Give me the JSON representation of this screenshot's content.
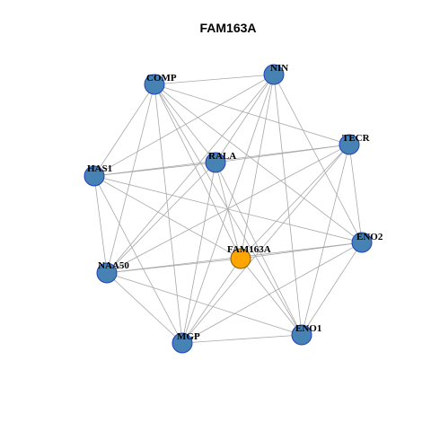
{
  "graph": {
    "title": "FAM163A",
    "colors": {
      "node_fill": "#4682b4",
      "node_stroke": "#1f3fbf",
      "hub_fill": "#ffa500",
      "hub_stroke": "#8b5a00",
      "edge": "#a8a8a8"
    },
    "nodes": [
      {
        "id": "NIN",
        "label": "NIN",
        "hub": false
      },
      {
        "id": "COMP",
        "label": "COMP",
        "hub": false
      },
      {
        "id": "TECR",
        "label": "TECR",
        "hub": false
      },
      {
        "id": "RALA",
        "label": "RALA",
        "hub": false
      },
      {
        "id": "HAS1",
        "label": "HAS1",
        "hub": false
      },
      {
        "id": "ENO2",
        "label": "ENO2",
        "hub": false
      },
      {
        "id": "FAM163A",
        "label": "FAM163A",
        "hub": true
      },
      {
        "id": "NAA50",
        "label": "NAA50",
        "hub": false
      },
      {
        "id": "MGP",
        "label": "MGP",
        "hub": false
      },
      {
        "id": "ENO1",
        "label": "ENO1",
        "hub": false
      }
    ],
    "edges": [
      [
        "NIN",
        "HAS1"
      ],
      [
        "NIN",
        "RALA"
      ],
      [
        "NIN",
        "FAM163A"
      ],
      [
        "NIN",
        "NAA50"
      ],
      [
        "NIN",
        "MGP"
      ],
      [
        "NIN",
        "ENO1"
      ],
      [
        "NIN",
        "ENO2"
      ],
      [
        "NIN",
        "COMP"
      ],
      [
        "COMP",
        "HAS1"
      ],
      [
        "COMP",
        "TECR"
      ],
      [
        "COMP",
        "RALA"
      ],
      [
        "COMP",
        "FAM163A"
      ],
      [
        "COMP",
        "NAA50"
      ],
      [
        "COMP",
        "MGP"
      ],
      [
        "COMP",
        "ENO1"
      ],
      [
        "COMP",
        "ENO2"
      ],
      [
        "TECR",
        "HAS1"
      ],
      [
        "TECR",
        "RALA"
      ],
      [
        "TECR",
        "FAM163A"
      ],
      [
        "TECR",
        "NAA50"
      ],
      [
        "TECR",
        "MGP"
      ],
      [
        "TECR",
        "ENO1"
      ],
      [
        "TECR",
        "ENO2"
      ],
      [
        "RALA",
        "HAS1"
      ],
      [
        "RALA",
        "FAM163A"
      ],
      [
        "RALA",
        "NAA50"
      ],
      [
        "RALA",
        "MGP"
      ],
      [
        "RALA",
        "ENO1"
      ],
      [
        "HAS1",
        "FAM163A"
      ],
      [
        "HAS1",
        "NAA50"
      ],
      [
        "HAS1",
        "MGP"
      ],
      [
        "HAS1",
        "ENO2"
      ],
      [
        "ENO2",
        "FAM163A"
      ],
      [
        "ENO2",
        "NAA50"
      ],
      [
        "ENO2",
        "MGP"
      ],
      [
        "ENO2",
        "ENO1"
      ],
      [
        "FAM163A",
        "NAA50"
      ],
      [
        "FAM163A",
        "MGP"
      ],
      [
        "FAM163A",
        "ENO1"
      ],
      [
        "NAA50",
        "MGP"
      ],
      [
        "NAA50",
        "ENO1"
      ],
      [
        "MGP",
        "ENO1"
      ]
    ]
  }
}
